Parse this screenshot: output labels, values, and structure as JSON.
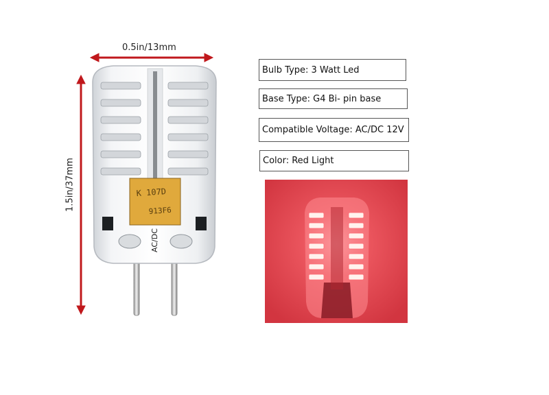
{
  "dimensions": {
    "width_label": "0.5in/13mm",
    "height_label": "1.5in/37mm",
    "arrow_color": "#c0181c"
  },
  "specs": [
    {
      "label": "Bulb Type: 3 Watt Led"
    },
    {
      "label": "Base Type: G4 Bi- pin base"
    },
    {
      "label": "Compatible Voltage: AC/DC 12V"
    },
    {
      "label": "Color: Red Light"
    }
  ],
  "bulb": {
    "capacitor_text_1": "K 107D",
    "capacitor_text_2": "913F6",
    "polarity_text": "AC/DC",
    "lit_color": "#e8444c"
  }
}
